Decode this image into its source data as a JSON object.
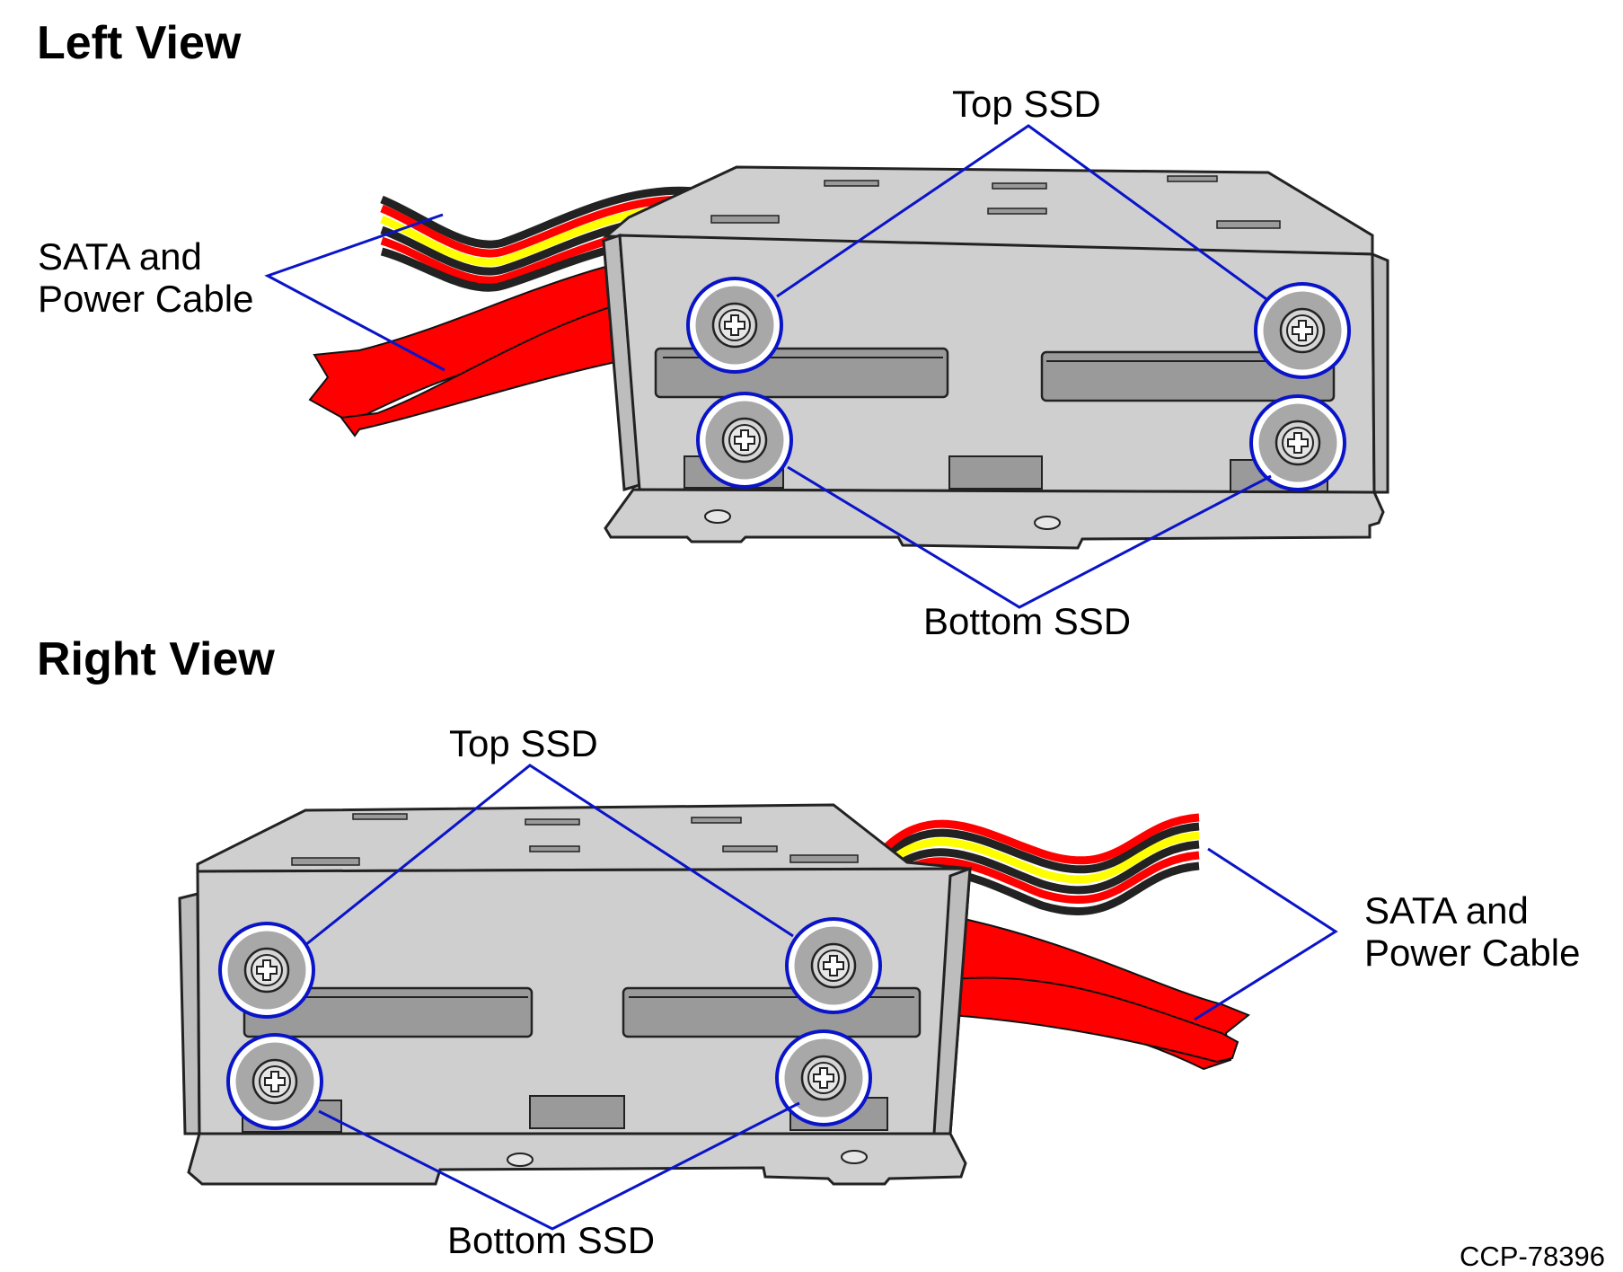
{
  "left_view": {
    "heading": "Left View",
    "top_ssd_label": "Top SSD",
    "bottom_ssd_label": "Bottom SSD",
    "cable_label": "SATA and\nPower Cable"
  },
  "right_view": {
    "heading": "Right View",
    "top_ssd_label": "Top SSD",
    "bottom_ssd_label": "Bottom SSD",
    "cable_label": "SATA and\nPower Cable"
  },
  "figure_code": "CCP-78396",
  "colors": {
    "callout_line": "#0a14c8",
    "bracket_fill": "#cfcfcf",
    "slot_fill": "#9a9a9a",
    "cable_red": "#ff0000",
    "cable_yellow": "#ffff00",
    "cable_black": "#222222"
  },
  "icons": {
    "screw": "screw-icon"
  }
}
